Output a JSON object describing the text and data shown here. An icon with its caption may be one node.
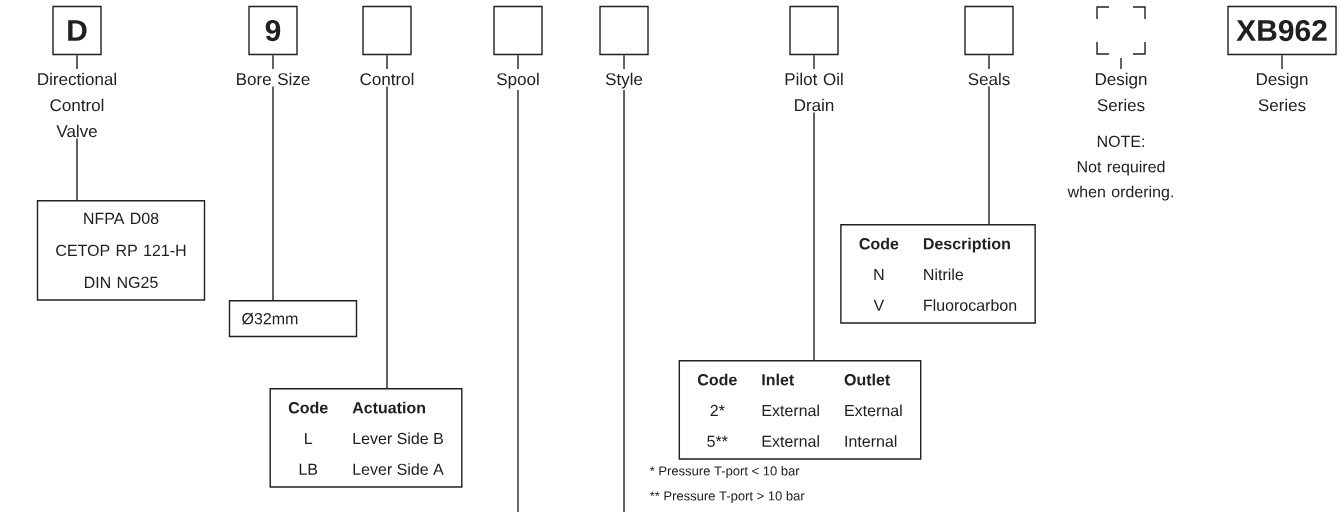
{
  "diagram": {
    "nodes": [
      {
        "text": [
          "D",
          "Directional Control Valve"
        ]
      },
      {
        "text": [
          "9",
          "Bore Size"
        ]
      },
      {
        "text": [
          "Control"
        ]
      },
      {
        "text": [
          "Spool"
        ]
      },
      {
        "text": [
          "Style"
        ]
      },
      {
        "text": [
          "Pilot Oil Drain"
        ]
      },
      {
        "text": [
          "Seals"
        ]
      },
      {
        "text": [
          "Design Series"
        ],
        "beside": [
          "NOTE:",
          "Not required when ordering."
        ]
      },
      {
        "text": [
          "XB962",
          "Design Series"
        ]
      },
      {
        "text": [
          "NFPA D08",
          "CETOP RP 121-H",
          "DIN NG25"
        ]
      },
      {
        "text": [
          "Ø32mm"
        ]
      },
      {
        "text": [
          "Code",
          "Actuation",
          "L",
          "Lever Side B",
          "LB",
          "Lever Side A"
        ]
      },
      {
        "text": [
          "Code",
          "Inlet",
          "Outlet",
          "2*",
          "External",
          "External",
          "5**",
          "External",
          "Internal"
        ],
        "beside": [
          "* Pressure T-port < 10 bar",
          "** Pressure T-port > 10 bar"
        ]
      },
      {
        "text": [
          "Code",
          "Description",
          "N",
          "Nitrile",
          "V",
          "Fluorocarbon"
        ]
      }
    ],
    "edges": [
      {
        "from": 0,
        "to": 9,
        "arrow": "none"
      },
      {
        "from": 1,
        "to": 10,
        "arrow": "none"
      },
      {
        "from": 2,
        "to": 11,
        "arrow": "none"
      },
      {
        "from": 3,
        "to": null,
        "arrow": "none"
      },
      {
        "from": 4,
        "to": null,
        "arrow": "none"
      },
      {
        "from": 5,
        "to": 12,
        "arrow": "none"
      },
      {
        "from": 6,
        "to": 13,
        "arrow": "none"
      }
    ]
  }
}
